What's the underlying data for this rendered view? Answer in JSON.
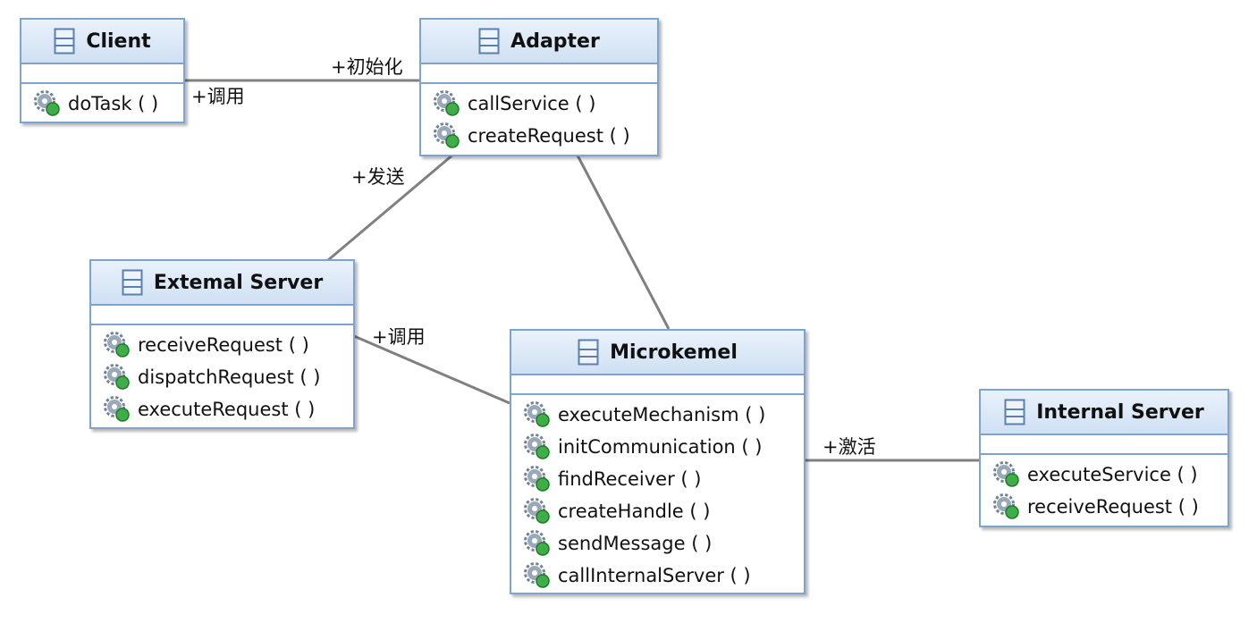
{
  "classes": {
    "client": {
      "name": "Client",
      "operations": [
        "doTask ( )"
      ]
    },
    "adapter": {
      "name": "Adapter",
      "operations": [
        "callService ( )",
        "createRequest ( )"
      ]
    },
    "external_server": {
      "name": "Extemal Server",
      "operations": [
        "receiveRequest ( )",
        "dispatchRequest ( )",
        "executeRequest ( )"
      ]
    },
    "microkernel": {
      "name": "Microkemel",
      "operations": [
        "executeMechanism ( )",
        "initCommunication ( )",
        "findReceiver ( )",
        "createHandle ( )",
        "sendMessage ( )",
        "callInternalServer ( )"
      ]
    },
    "internal_server": {
      "name": "Internal Server",
      "operations": [
        "executeService ( )",
        "receiveRequest ( )"
      ]
    }
  },
  "associations": {
    "client_adapter_call": "+调用",
    "client_adapter_init": "+初始化",
    "adapter_external_send": "+发送",
    "external_micro_call": "+调用",
    "micro_internal_activate": "+激活"
  },
  "colors": {
    "border": "#7fa3cf",
    "header_top": "#eaf2fb",
    "header_bottom": "#cfe0f3",
    "line": "#808080"
  }
}
